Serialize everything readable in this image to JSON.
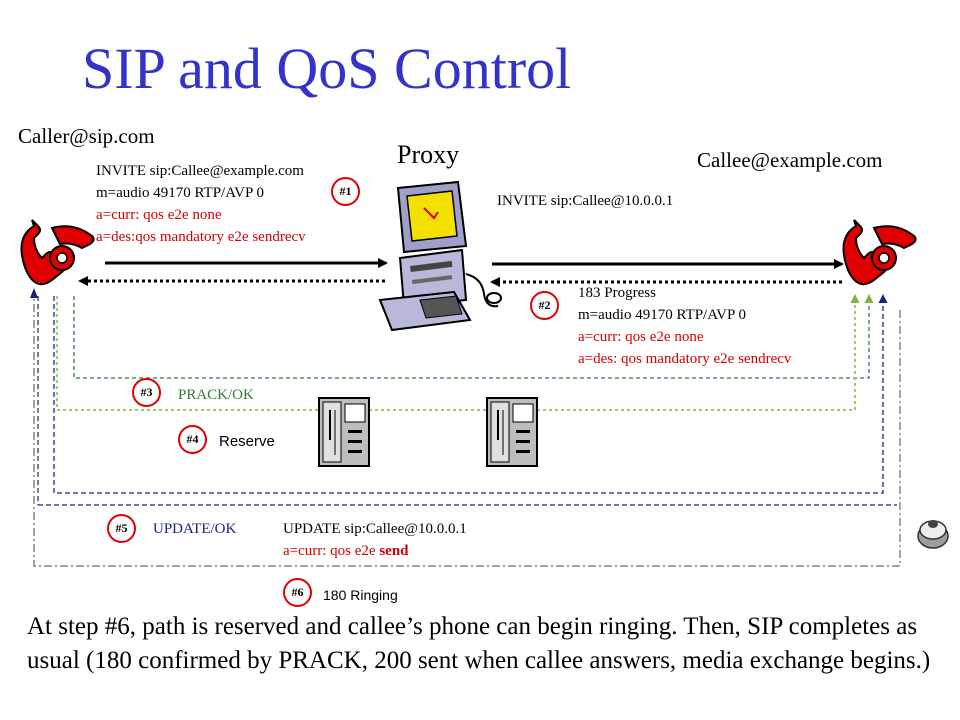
{
  "slide": {
    "title": "SIP and QoS Control",
    "caller": "Caller@sip.com",
    "proxy": "Proxy",
    "callee": "Callee@example.com"
  },
  "messages": {
    "invite1": [
      {
        "text": "INVITE sip:Callee@example.com",
        "color": "black"
      },
      {
        "text": "m=audio 49170 RTP/AVP 0",
        "color": "black"
      },
      {
        "text": "a=curr: qos e2e none",
        "color": "red"
      },
      {
        "text": "a=des:qos mandatory e2e sendrecv",
        "color": "red"
      }
    ],
    "invite2": "INVITE sip:Callee@10.0.0.1",
    "progress": [
      {
        "text": "183 Progress",
        "color": "black"
      },
      {
        "text": "m=audio 49170 RTP/AVP 0",
        "color": "black"
      },
      {
        "text": "a=curr: qos e2e none",
        "color": "red"
      },
      {
        "text": "a=des: qos mandatory e2e sendrecv",
        "color": "red"
      }
    ],
    "prack": "PRACK/OK",
    "reserve": "Reserve",
    "update_ok": "UPDATE/OK",
    "update": "UPDATE sip:Callee@10.0.0.1",
    "update_attr_prefix": "a=curr: qos e2e ",
    "update_attr_bold": "send",
    "ringing": "180 Ringing"
  },
  "steps": [
    "#1",
    "#2",
    "#3",
    "#4",
    "#5",
    "#6"
  ],
  "body_text": "At step #6, path is reserved and callee’s phone can begin ringing. Then, SIP completes as usual (180 confirmed by PRACK, 200 sent when callee answers, media exchange begins.)",
  "colors": {
    "title": "#3333cc",
    "emphasis": "#d40000",
    "prack_line": "#7cb342",
    "update_line": "#1a237e",
    "phone": "#d40000"
  }
}
